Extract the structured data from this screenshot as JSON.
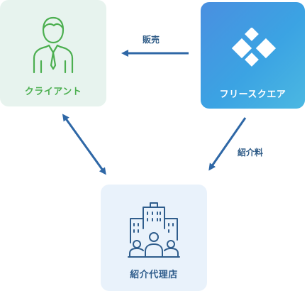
{
  "nodes": {
    "client": {
      "label": "クライアント",
      "icon": "person-icon"
    },
    "freesquare": {
      "label": "フリースクエア",
      "icon": "diamond-logo-icon"
    },
    "agency": {
      "label": "紹介代理店",
      "icon": "buildings-people-icon"
    }
  },
  "edges": {
    "sales": {
      "label": "販売"
    },
    "referral_fee": {
      "label": "紹介料"
    }
  },
  "colors": {
    "client_bg": "#e7f3ee",
    "client_accent": "#4caf50",
    "freesquare_gradient_start": "#4a8fe0",
    "freesquare_gradient_end": "#4bb8e2",
    "agency_bg": "#e9f2fb",
    "agency_accent": "#2f5d8c",
    "arrow": "#2e67a6"
  }
}
